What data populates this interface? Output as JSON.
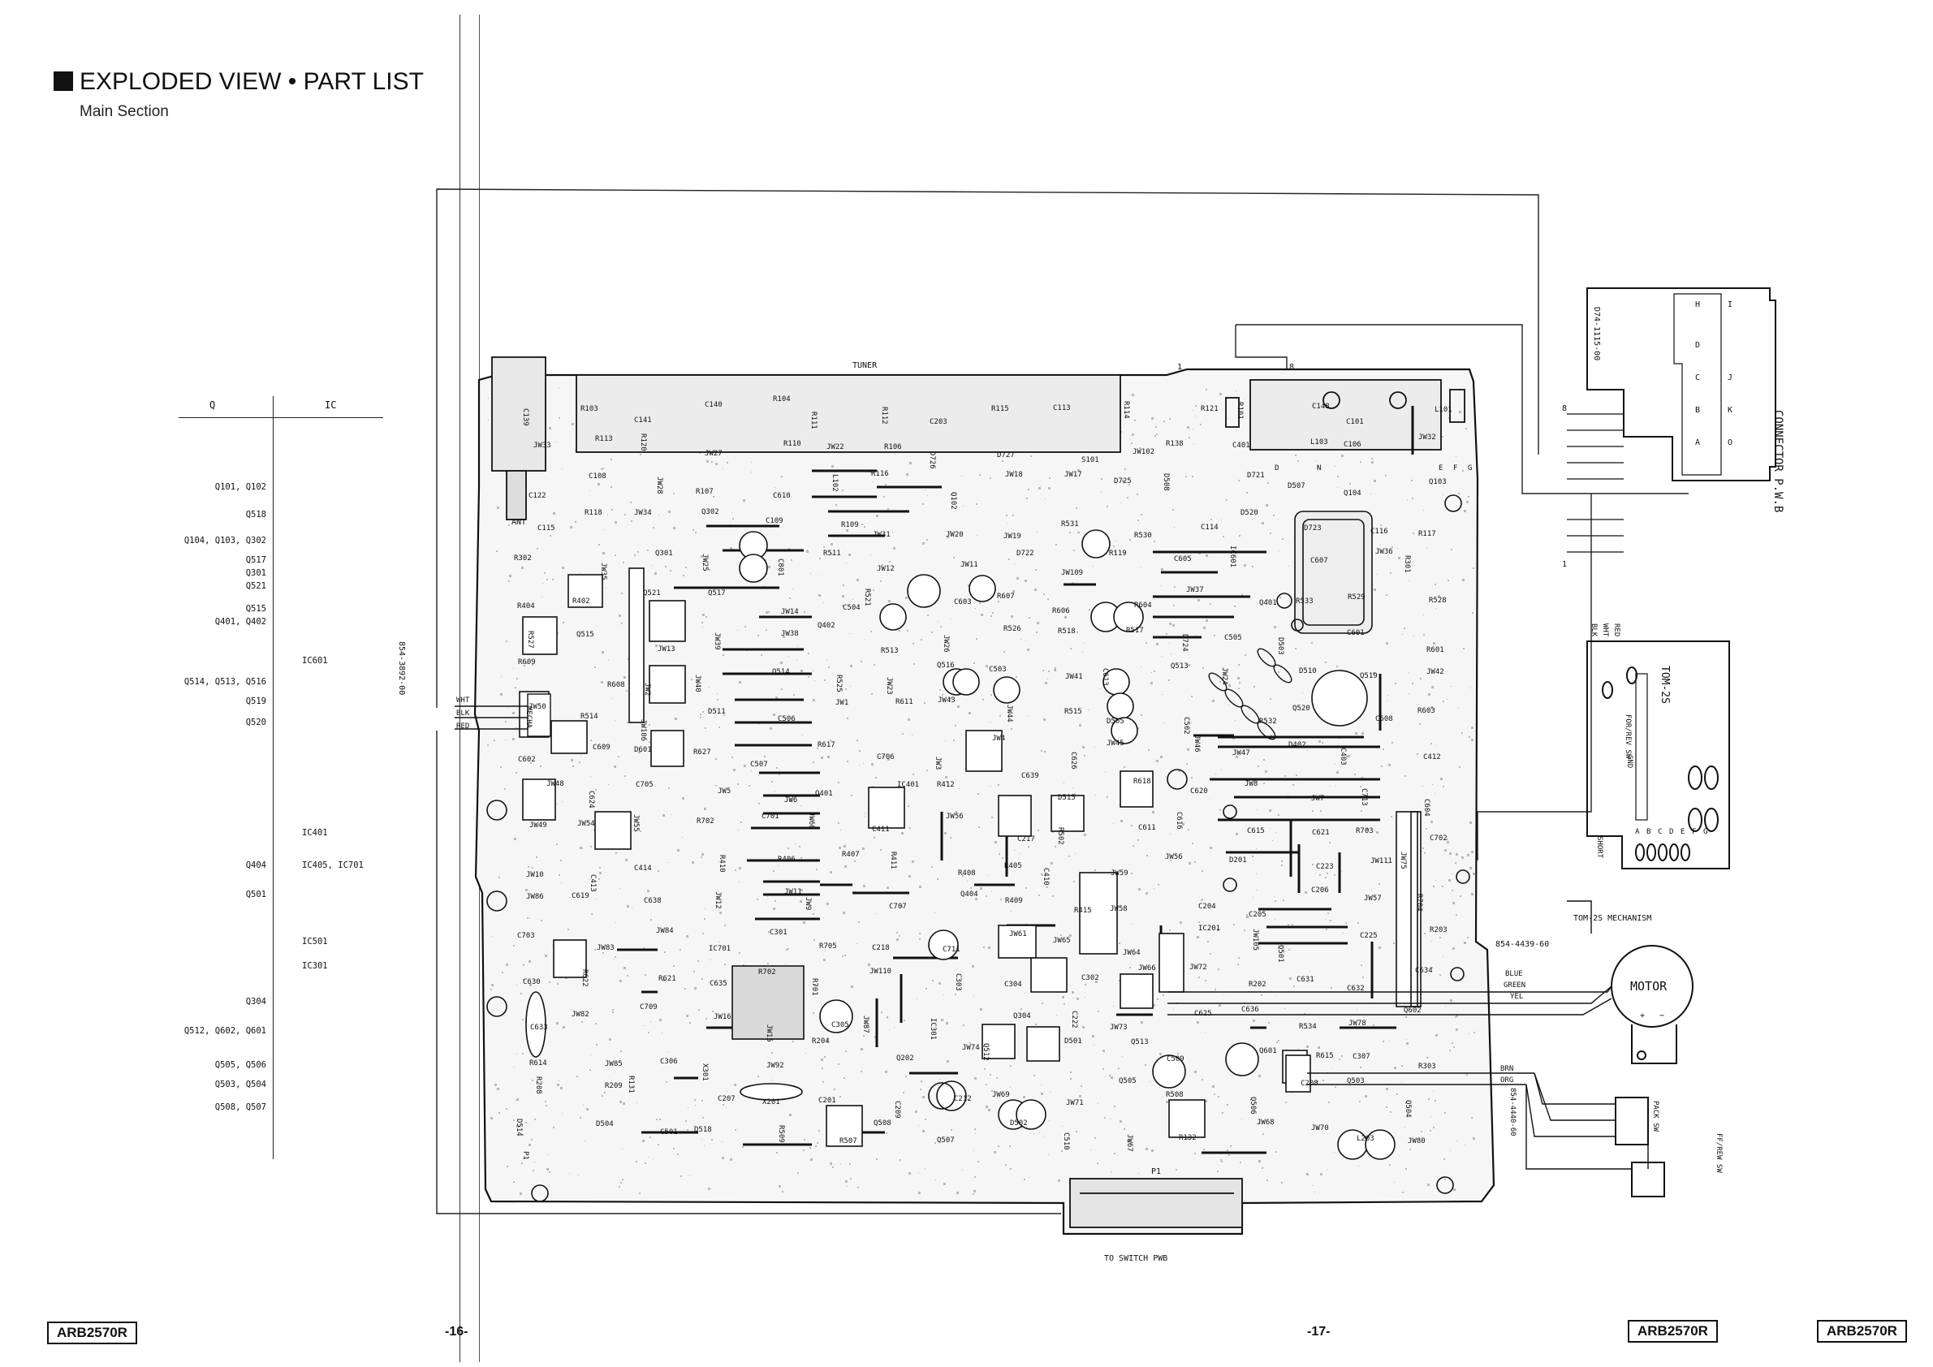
{
  "header": {
    "title": "EXPLODED VIEW • PART LIST",
    "subtitle": "Main Section"
  },
  "ref_table": {
    "col_q": "Q",
    "col_ic": "IC",
    "rows": [
      {
        "q": "Q101, Q102",
        "ic": ""
      },
      {
        "q": "Q518",
        "ic": ""
      },
      {
        "q": "Q104, Q103, Q302",
        "ic": ""
      },
      {
        "q": "Q517",
        "ic": ""
      },
      {
        "q": "Q301",
        "ic": ""
      },
      {
        "q": "Q521",
        "ic": ""
      },
      {
        "q": "Q515",
        "ic": ""
      },
      {
        "q": "Q401, Q402",
        "ic": ""
      },
      {
        "q": "",
        "ic": "IC601"
      },
      {
        "q": "Q514, Q513, Q516",
        "ic": ""
      },
      {
        "q": "Q519",
        "ic": ""
      },
      {
        "q": "Q520",
        "ic": ""
      },
      {
        "q": "",
        "ic": "IC401"
      },
      {
        "q": "Q404",
        "ic": "IC405, IC701"
      },
      {
        "q": "Q501",
        "ic": ""
      },
      {
        "q": "",
        "ic": "IC501"
      },
      {
        "q": "",
        "ic": "IC301"
      },
      {
        "q": "Q304",
        "ic": ""
      },
      {
        "q": "Q512, Q602, Q601",
        "ic": ""
      },
      {
        "q": "Q505, Q506",
        "ic": ""
      },
      {
        "q": "Q503, Q504",
        "ic": ""
      },
      {
        "q": "Q508, Q507",
        "ic": ""
      }
    ]
  },
  "board": {
    "side_code": "854-3892-00",
    "tuner": "TUNER",
    "to_switch": "TO SWITCH PWB",
    "ant": "ANT",
    "p1": "P1",
    "mecha": "MECHA",
    "mecha_wires": [
      "WHT",
      "BLK",
      "RED"
    ],
    "conn_pins_top": [
      "1",
      "8"
    ],
    "conn_letters": [
      "D",
      "N",
      "E",
      "F",
      "G"
    ],
    "components": [
      "C139",
      "R103",
      "C141",
      "C140",
      "R104",
      "R111",
      "R112",
      "C203",
      "R115",
      "C113",
      "R114",
      "R121",
      "R101",
      "C148",
      "C101",
      "L101",
      "JW33",
      "R113",
      "R120",
      "JW27",
      "R110",
      "JW22",
      "R106",
      "D726",
      "D727",
      "S101",
      "JW102",
      "R138",
      "C401",
      "L103",
      "C106",
      "JW32",
      "C122",
      "C108",
      "JW28",
      "R107",
      "C610",
      "L102",
      "R116",
      "Q102",
      "JW18",
      "JW17",
      "D725",
      "D508",
      "D721",
      "D507",
      "Q104",
      "Q103",
      "C115",
      "R118",
      "JW34",
      "Q302",
      "C109",
      "R109",
      "JW31",
      "JW20",
      "JW19",
      "R531",
      "R530",
      "C114",
      "D520",
      "D723",
      "C116",
      "R117",
      "R302",
      "JW35",
      "Q301",
      "JW25",
      "C801",
      "R511",
      "JW12",
      "JW11",
      "D722",
      "JW109",
      "R119",
      "C605",
      "IC601",
      "C607",
      "JW36",
      "R301",
      "R404",
      "R402",
      "Q521",
      "Q517",
      "JW14",
      "C504",
      "R521",
      "C603",
      "R607",
      "R606",
      "R604",
      "JW37",
      "Q401",
      "R533",
      "R529",
      "R528",
      "R527",
      "Q515",
      "JW13",
      "JW39",
      "JW38",
      "Q402",
      "R513",
      "JW26",
      "R526",
      "R518",
      "R517",
      "D724",
      "C505",
      "D503",
      "C601",
      "R601",
      "R609",
      "R608",
      "JW2",
      "JW40",
      "Q514",
      "R525",
      "JW23",
      "Q516",
      "C503",
      "JW41",
      "C613",
      "Q513",
      "JW24",
      "D510",
      "Q519",
      "JW42",
      "JW50",
      "R514",
      "JW106",
      "D511",
      "C506",
      "JW1",
      "R611",
      "JW43",
      "JW44",
      "R515",
      "D505",
      "C502",
      "R532",
      "Q520",
      "C508",
      "R603",
      "C602",
      "C609",
      "D601",
      "R627",
      "C507",
      "R617",
      "C706",
      "JW3",
      "JW4",
      "C626",
      "JW45",
      "JW46",
      "JW47",
      "D402",
      "C403",
      "C412",
      "JW48",
      "C624",
      "C705",
      "JW5",
      "JW6",
      "Q401",
      "IC401",
      "R412",
      "C639",
      "D515",
      "R618",
      "C620",
      "JW8",
      "JW7",
      "C713",
      "C604",
      "JW49",
      "JW54",
      "JW55",
      "R702",
      "C701",
      "JW60",
      "C411",
      "JW56",
      "C217",
      "R502",
      "C611",
      "C616",
      "C615",
      "C621",
      "R703",
      "C702",
      "JW10",
      "C413",
      "C414",
      "R410",
      "R406",
      "R407",
      "R411",
      "R408",
      "R405",
      "C410",
      "JW59",
      "JW56",
      "D201",
      "C223",
      "JW111",
      "JW75",
      "JW86",
      "C619",
      "C638",
      "JW12",
      "JW11",
      "JW9",
      "C707",
      "Q404",
      "R409",
      "R415",
      "JW58",
      "C204",
      "C205",
      "C206",
      "JW57",
      "R704",
      "C703",
      "JW83",
      "JW84",
      "IC701",
      "C301",
      "R705",
      "C218",
      "C711",
      "JW61",
      "JW65",
      "JW64",
      "IC201",
      "JW105",
      "Q501",
      "C225",
      "R203",
      "C630",
      "R622",
      "R621",
      "C635",
      "R702",
      "R701",
      "JW110",
      "C303",
      "C304",
      "C302",
      "JW66",
      "JW72",
      "R202",
      "C631",
      "C632",
      "C634",
      "C633",
      "JW82",
      "C709",
      "JW16",
      "JW15",
      "C305",
      "JW87",
      "IC301",
      "Q304",
      "C222",
      "JW73",
      "C625",
      "C636",
      "R534",
      "JW78",
      "Q602",
      "R614",
      "JW85",
      "C306",
      "X301",
      "JW92",
      "R204",
      "Q202",
      "JW74",
      "Q512",
      "D501",
      "Q513",
      "C509",
      "Q601",
      "R615",
      "C307",
      "R303",
      "R208",
      "R209",
      "R131",
      "C207",
      "X201",
      "C201",
      "C209",
      "C212",
      "JW69",
      "JW71",
      "Q505",
      "R508",
      "Q506",
      "C208",
      "Q503",
      "Q504",
      "D514",
      "D504",
      "C501",
      "D518",
      "R509",
      "R507",
      "Q508",
      "Q507",
      "D502",
      "C510",
      "JW67",
      "R132",
      "JW68",
      "JW70",
      "L203",
      "JW80",
      "P1"
    ]
  },
  "connector": {
    "code_top": "D74-1115-00",
    "name": "CONNECTOR P.W.B",
    "pins": [
      "8",
      "1"
    ],
    "letters": [
      "H",
      "I",
      "D",
      "C",
      "B",
      "A",
      "J",
      "K",
      "O"
    ]
  },
  "tom": {
    "name": "TOM-2S",
    "wires": [
      "RED",
      "WHT",
      "BLK"
    ],
    "labels": [
      "FOR/REV SW",
      "GND",
      "SHORT"
    ],
    "pins": [
      "A",
      "B",
      "C",
      "D",
      "E",
      "F",
      "G"
    ]
  },
  "mechanism": {
    "title": "TOM-2S MECHANISM",
    "motor": "MOTOR",
    "plus": "+",
    "minus": "−",
    "wire_code_1": "854-4439-60",
    "wire_code_2": "854-4440-60",
    "wires_1": [
      "BLUE",
      "GREEN",
      "YEL"
    ],
    "wires_2": [
      "BRN",
      "ORG"
    ],
    "switch_1": "PACK SW",
    "switch_2": "FF/REW SW"
  },
  "footer": {
    "model_left": "ARB2570R",
    "page_left": "-16-",
    "page_right": "-17-",
    "model_center_right": "ARB2570R",
    "model_right": "ARB2570R"
  }
}
